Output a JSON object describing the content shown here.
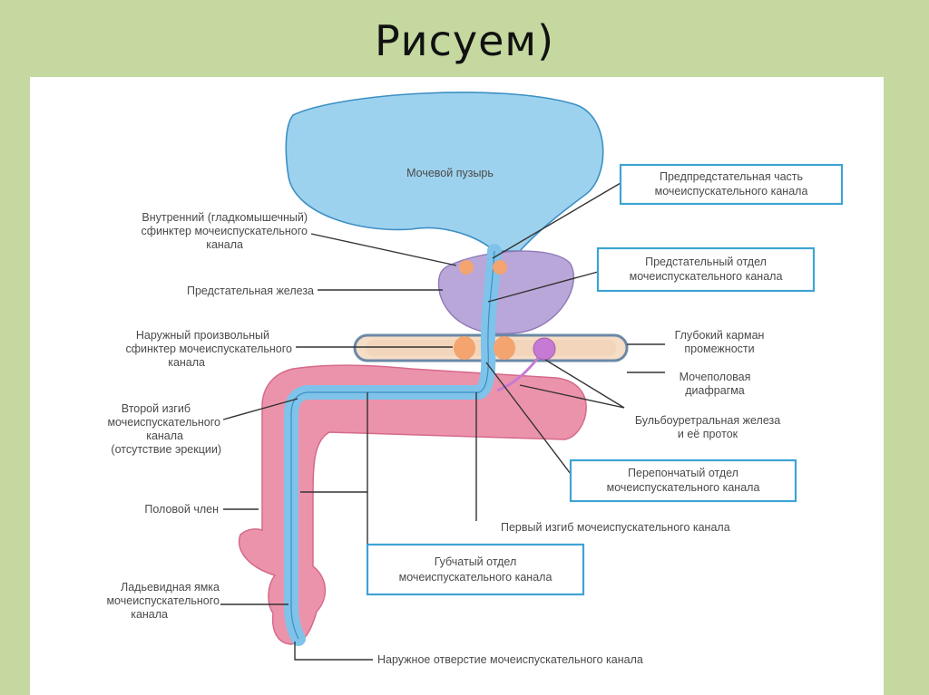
{
  "slide": {
    "title": "Рисуем)"
  },
  "colors": {
    "background": "#c4d8a0",
    "bladder": "#9dd2ee",
    "prostate": "#b9a7d9",
    "penis": "#ec93ac",
    "urethra": "#7fc3ea",
    "diaphragm": "#f5ddc6",
    "box_border": "#3ea3d4"
  },
  "labels": {
    "bladder": "Мочевой пузырь",
    "internal_sphincter": [
      "Внутренний (гладкомышечный)",
      "сфинктер мочеиспускательного",
      "канала"
    ],
    "prostate_gland": "Предстательная железа",
    "external_sphincter": [
      "Наружный произвольный",
      "сфинктер мочеиспускательного",
      "канала"
    ],
    "second_bend": [
      "Второй изгиб",
      "мочеиспускательного",
      "канала",
      "(отсутствие эрекции)"
    ],
    "penis": "Половой член",
    "navicular_fossa": [
      "Ладьевидная ямка",
      "мочеиспускательного",
      "канала"
    ],
    "preprostatic": [
      "Предпредстательная часть",
      "мочеиспускательного канала"
    ],
    "prostatic": [
      "Предстательный отдел",
      "мочеиспускательного канала"
    ],
    "deep_pouch": [
      "Глубокий карман",
      "промежности"
    ],
    "urogenital_diaphragm": [
      "Мочеполовая",
      "диафрагма"
    ],
    "bulbourethral": [
      "Бульбоуретральная железа",
      "и её проток"
    ],
    "membranous": [
      "Перепончатый отдел",
      "мочеиспускательного канала"
    ],
    "first_bend": "Первый изгиб мочеиспускательного канала",
    "spongy": [
      "Губчатый отдел",
      "мочеиспускательного канала"
    ],
    "external_orifice": "Наружное отверстие мочеиспускательного канала"
  }
}
